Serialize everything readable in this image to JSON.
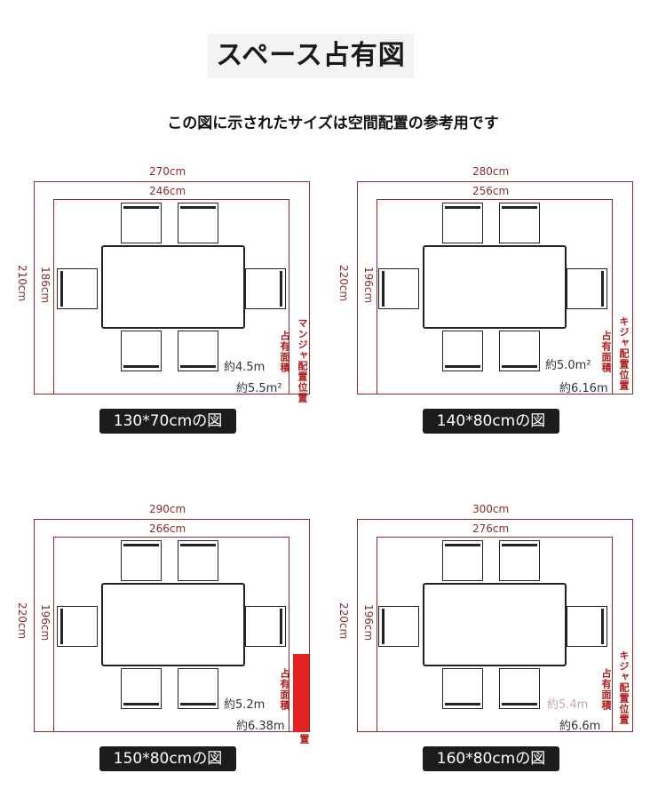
{
  "title": "スペース占有図",
  "subtitle": "この図に示されたサイズは空間配置の参考用です",
  "panels": [
    {
      "outer_width": "270cm",
      "inner_width": "246cm",
      "outer_height": "210cm",
      "inner_height": "186cm",
      "area_inner": "約4.5m",
      "area_outer": "約5.5m²",
      "label_area": "占有面積",
      "label_position": "マンジャ配置位置",
      "caption": "130*70cmの図"
    },
    {
      "outer_width": "280cm",
      "inner_width": "256cm",
      "outer_height": "220cm",
      "inner_height": "196cm",
      "area_inner": "約5.0m²",
      "area_outer": "約6.16m",
      "label_area": "占有面積",
      "label_position": "キジャ配置位置",
      "caption": "140*80cmの図"
    },
    {
      "outer_width": "290cm",
      "inner_width": "266cm",
      "outer_height": "220cm",
      "inner_height": "196cm",
      "area_inner": "約5.2m",
      "area_outer": "約6.38m",
      "label_area": "占有面積",
      "label_position": "置",
      "caption": "150*80cmの図"
    },
    {
      "outer_width": "300cm",
      "inner_width": "276cm",
      "outer_height": "220cm",
      "inner_height": "196cm",
      "area_inner": "約5.4m",
      "area_outer": "約6.6m",
      "label_area": "占有面積",
      "label_position": "キジャ配置位置",
      "caption": "160*80cmの図"
    }
  ]
}
